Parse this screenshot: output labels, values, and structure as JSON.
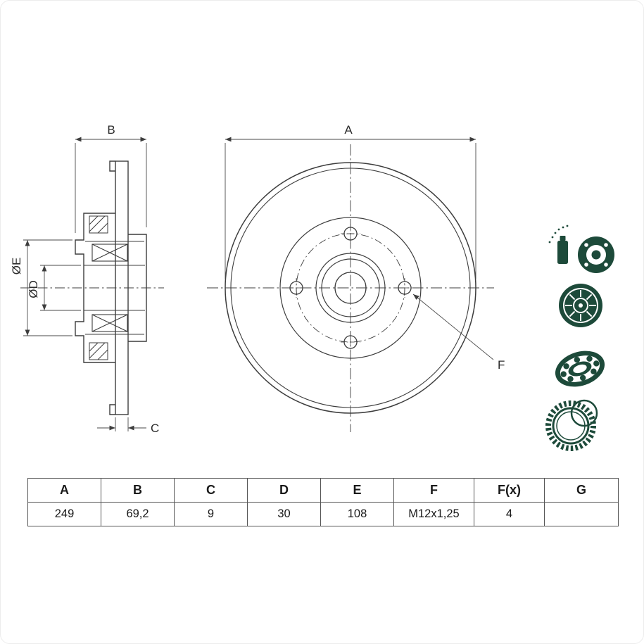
{
  "page": {
    "background": "#ffffff"
  },
  "drawing": {
    "labels": {
      "A": "A",
      "B": "B",
      "C": "C",
      "E": "ØE",
      "D": "ØD",
      "F": "F"
    },
    "colors": {
      "line": "#3d3d3d",
      "icon_green": "#1d4a3a"
    }
  },
  "icons": {
    "spray_hub": "cleaning-spray-and-hub",
    "disc": "brake-disc",
    "bearing": "wheel-bearing",
    "abs_ring": "abs-tone-ring"
  },
  "table": {
    "headers": [
      "A",
      "B",
      "C",
      "D",
      "E",
      "F",
      "F(x)",
      "G"
    ],
    "values": [
      "249",
      "69,2",
      "9",
      "30",
      "108",
      "M12x1,25",
      "4",
      ""
    ]
  }
}
